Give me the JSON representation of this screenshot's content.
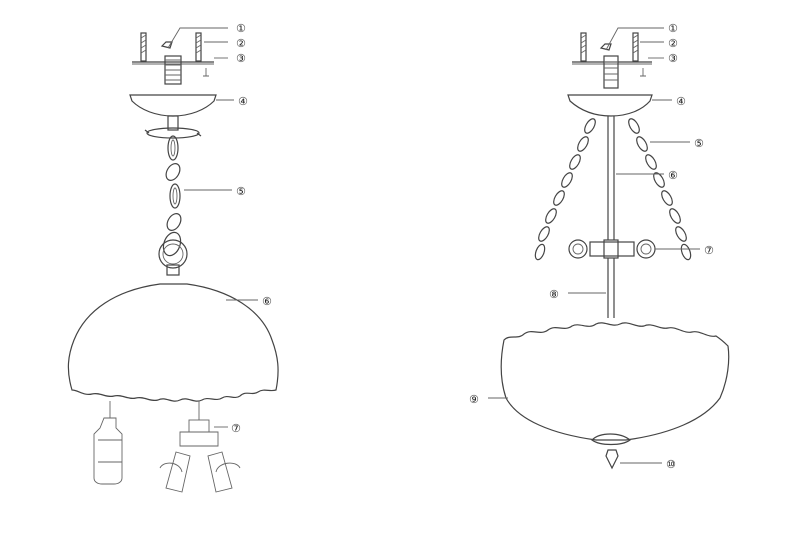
{
  "left_fixture": {
    "callouts": [
      "①",
      "②",
      "③",
      "④",
      "⑤",
      "⑥",
      "⑦"
    ]
  },
  "right_fixture": {
    "callouts": [
      "①",
      "②",
      "③",
      "④",
      "⑤",
      "⑥",
      "⑦",
      "⑧",
      "⑨",
      "⑩"
    ]
  },
  "colors": {
    "line": "#444444",
    "background": "#ffffff"
  }
}
